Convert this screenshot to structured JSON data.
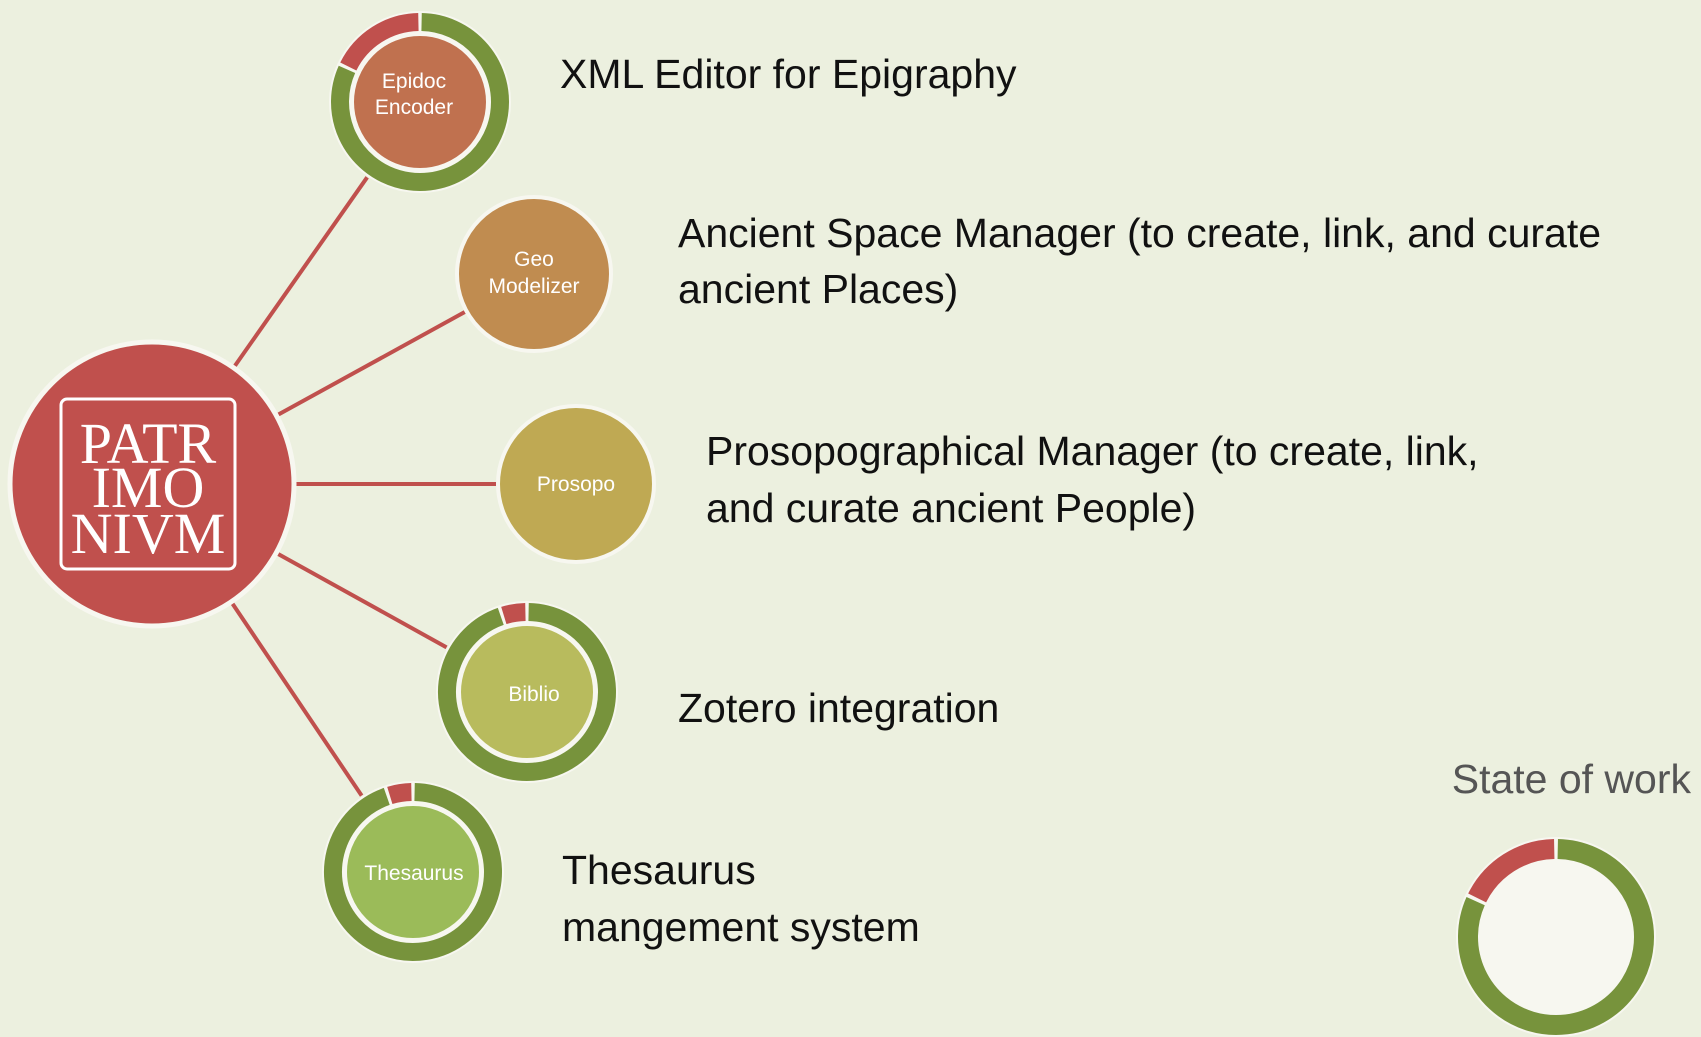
{
  "colors": {
    "background": "#ecf0df",
    "connector": "#c0504d",
    "done": "#77933c",
    "todo": "#c0504d",
    "hub": "#c0504d",
    "node_outline": "#f7f7f0"
  },
  "hub": {
    "logo_lines": [
      "PATR",
      "IMO",
      "NIVM"
    ]
  },
  "nodes": [
    {
      "id": "epidoc",
      "label_lines": [
        "Epidoc",
        "Encoder"
      ],
      "description_lines": [
        "XML Editor for Epigraphy"
      ],
      "color": "#c0714f",
      "progress_done": 0.82
    },
    {
      "id": "geo",
      "label_lines": [
        "Geo",
        "Modelizer"
      ],
      "description_lines": [
        "Ancient Space Manager (to create, link, and curate",
        "ancient Places)"
      ],
      "color": "#c08c50",
      "progress_done": null
    },
    {
      "id": "prosopo",
      "label_lines": [
        "Prosopo"
      ],
      "description_lines": [
        "Prosopographical Manager (to create, link,",
        "and curate ancient People)"
      ],
      "color": "#bfa953",
      "progress_done": null
    },
    {
      "id": "biblio",
      "label_lines": [
        "Biblio"
      ],
      "description_lines": [
        "Zotero integration"
      ],
      "color": "#b8bb5d",
      "progress_done": 0.95
    },
    {
      "id": "thesaurus",
      "label_lines": [
        "Thesaurus"
      ],
      "description_lines": [
        "Thesaurus",
        "mangement system"
      ],
      "color": "#9bbb59",
      "progress_done": 0.95
    }
  ],
  "legend": {
    "title": "State of work",
    "progress_done": 0.82
  }
}
